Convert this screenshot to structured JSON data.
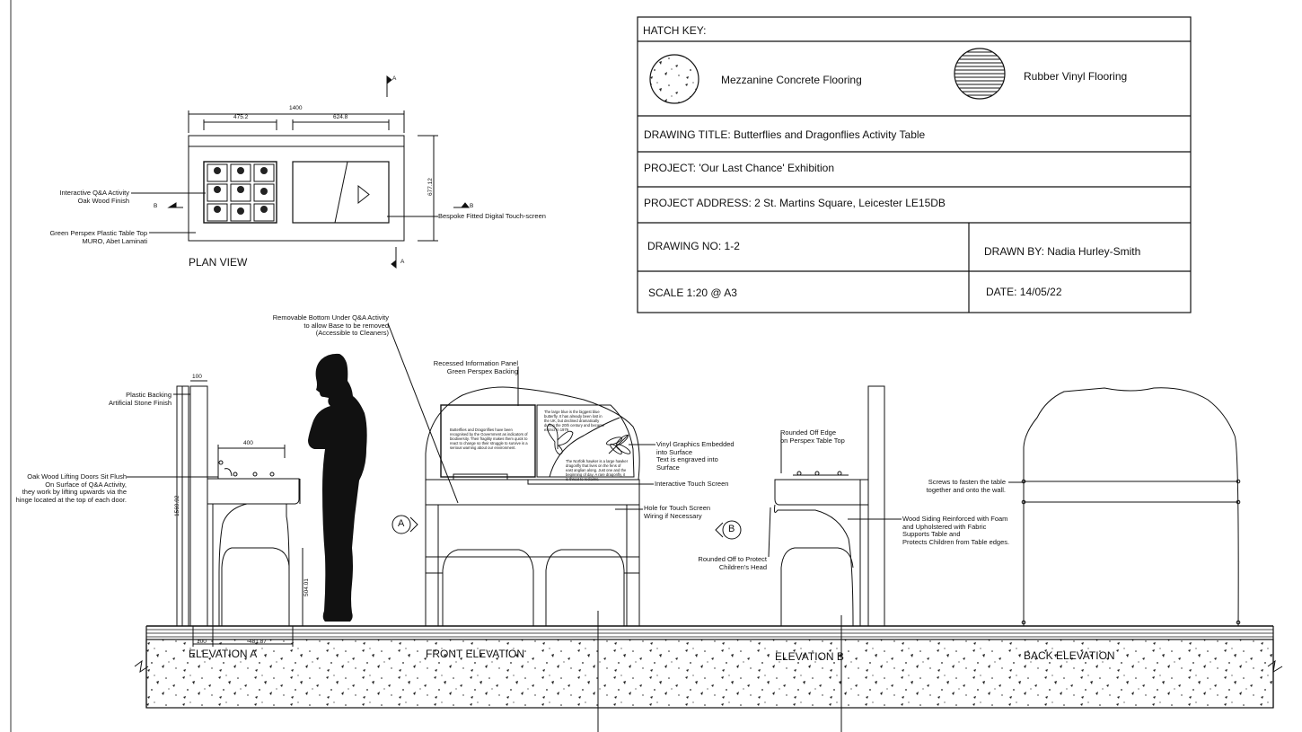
{
  "hatch_key": {
    "heading": "HATCH KEY:",
    "concrete": "Mezzanine Concrete Flooring",
    "vinyl": "Rubber Vinyl Flooring"
  },
  "title_block": {
    "drawing_title": "DRAWING TITLE: Butterflies and Dragonflies Activity Table",
    "project": "PROJECT: 'Our Last Chance' Exhibition",
    "address": "PROJECT ADDRESS: 2 St. Martins Square, Leicester LE15DB",
    "drawing_no": "DRAWING NO: 1-2",
    "drawn_by": "DRAWN BY: Nadia Hurley-Smith",
    "scale": "SCALE 1:20 @ A3",
    "date": "DATE: 14/05/22"
  },
  "plan_view": {
    "title": "PLAN VIEW",
    "dim_total": "1400",
    "dim_left": "475.2",
    "dim_right": "624.8",
    "dim_depth": "677.12",
    "section_a": "A",
    "section_b": "B",
    "note_activity": "Interactive Q&A Activity\nOak Wood Finish",
    "note_table_top": "Green Perspex Plastic Table Top\nMURO, Abet Laminati",
    "note_touchscreen": "Bespoke Fitted Digital Touch-screen"
  },
  "elevations": {
    "a": "ELEVATION A",
    "front": "FRONT ELEVATION",
    "b": "ELEVATION B",
    "back": "BACK ELEVATION"
  },
  "elevation_a": {
    "dim_100": "100",
    "dim_400": "400",
    "dim_height": "1569.92",
    "dim_504": "504.01",
    "dim_100_base": "100",
    "dim_base": "481.87",
    "note_backing": "Plastic Backing\nArtificial Stone Finish",
    "note_doors": "Oak Wood Lifting Doors Sit Flush\nOn Surface of Q&A Activity,\nthey work by lifting upwards via the\nhinge located at the top of each door."
  },
  "front_elevation": {
    "marker_a": "A",
    "note_removable": "Removable Bottom Under Q&A Activity\nto allow Base to be removed\n(Accessible to Cleaners)",
    "note_panel": "Recessed Information Panel\nGreen Perspex Backing",
    "note_vinyl": "Vinyl Graphics Embedded\ninto Surface\nText is engraved into\nSurface",
    "note_touch": "Interactive Touch Screen",
    "note_hole": "Hole for Touch Screen\nWiring if Necessary",
    "panel_text": "Butterflies and Dragonflies have been recognised by the Government as indicators of biodiversity. Their fragility makes them quick to react to change so their struggle to survive is a serious warning about our environment.",
    "right_text_1": "The large blue is the biggest blue butterfly. It has already been lost in the UK, but declined dramatically during the 20th century and became extinct in 1979.",
    "right_text_2": "The Norfolk hawker is a large hawker dragonfly that lives on the fens of east anglian along. Just one and the beginning of day. A rare dragonfly, it is threat to reclaims."
  },
  "elevation_b": {
    "marker_b": "B",
    "note_rounded_edge": "Rounded Off Edge\non Perspex Table Top",
    "note_rounded_head": "Rounded Off to Protect\nChildren's Head",
    "note_siding": "Wood Siding Reinforced with Foam\nand Upholstered with Fabric\nSupports Table and\nProtects Children from Table edges."
  },
  "back_elevation": {
    "note_screws": "Screws to fasten the table\ntogether and onto the wall."
  }
}
